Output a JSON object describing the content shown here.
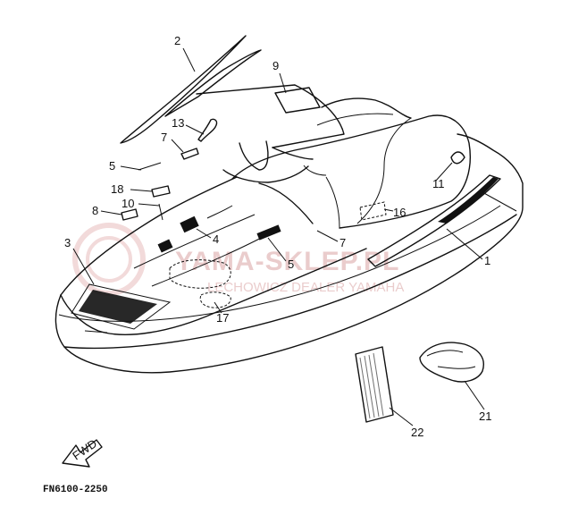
{
  "callouts": {
    "c1": "1",
    "c2": "2",
    "c3": "3",
    "c4": "4",
    "c5a": "5",
    "c5b": "5",
    "c7a": "7",
    "c7b": "7",
    "c8": "8",
    "c9": "9",
    "c10": "10",
    "c11": "11",
    "c13": "13",
    "c16": "16",
    "c17": "17",
    "c18": "18",
    "c21": "21",
    "c22": "22"
  },
  "diagram_code": "FN6100-2250",
  "fwd_label": "FWD",
  "watermark": {
    "main": "YAMA-SKLEP.PL",
    "sub": "ŁECHOWICZ DEALER YAMAHA"
  },
  "colors": {
    "line": "#111111",
    "watermark": "#d9a3a3"
  }
}
